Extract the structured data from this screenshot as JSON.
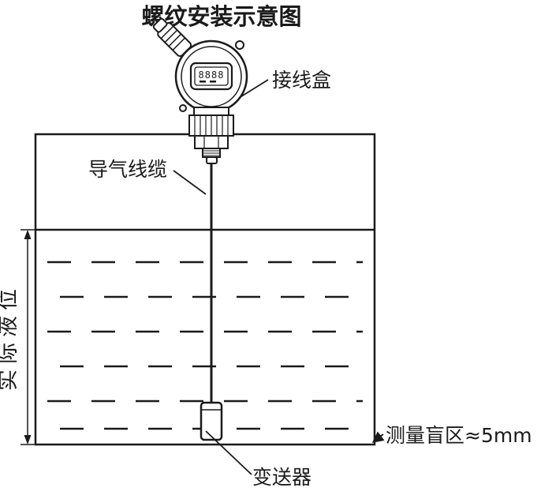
{
  "title": "螺纹安装示意图",
  "display": {
    "value": "8888"
  },
  "labels": {
    "junction_box": "接线盒",
    "air_cable": "导气线缆",
    "actual_level": "实际液位",
    "blind_zone": "测量盲区≈5mm",
    "transmitter": "变送器"
  },
  "colors": {
    "line": "#1a1a1a",
    "background": "#ffffff"
  }
}
